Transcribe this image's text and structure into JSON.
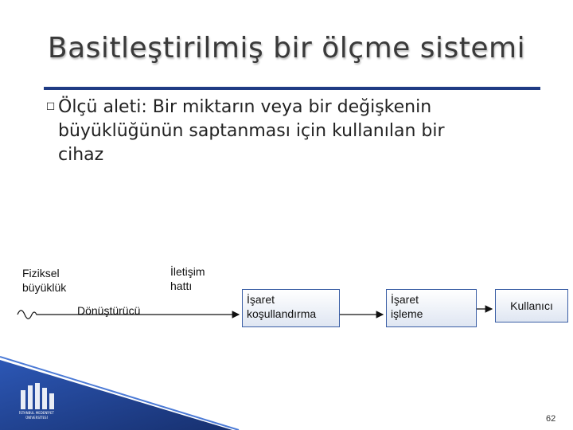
{
  "slide": {
    "title": "Basitleştirilmiş bir ölçme sistemi",
    "bullet": {
      "line1": "Ölçü aleti: Bir miktarın veya bir değişkenin",
      "line2": "büyüklüğünün saptanması için kullanılan bir",
      "line3": "cihaz"
    },
    "page_number": "62"
  },
  "diagram": {
    "physical_quantity_line1": "Fiziksel",
    "physical_quantity_line2": "büyüklük",
    "transducer": "Dönüştürücü",
    "channel_line1": "İletişim",
    "channel_line2": "hattı",
    "conditioning_line1": "İşaret",
    "conditioning_line2": "koşullandırma",
    "processing_line1": "İşaret",
    "processing_line2": "işleme",
    "user": "Kullanıcı"
  },
  "logo": {
    "line1": "İSTANBUL MEDENİYET",
    "line2": "ÜNİVERSİTESİ"
  },
  "colors": {
    "title_rule": "#1f3b84",
    "box_border": "#3a5ea5",
    "corner_band": "#1f3f8f"
  }
}
